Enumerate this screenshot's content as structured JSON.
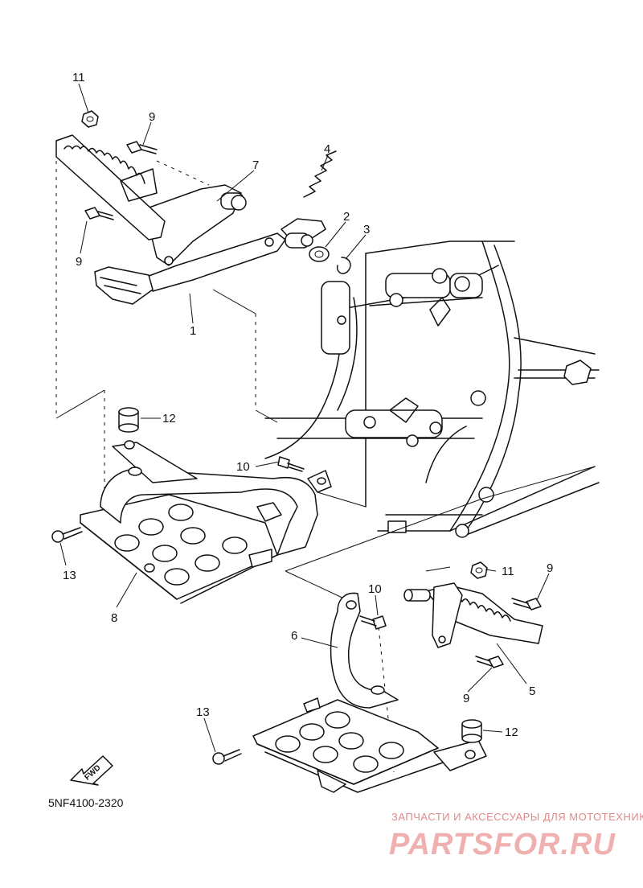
{
  "diagram_code": "5NF4100-2320",
  "fwd_label": "FWD",
  "callouts": [
    "11",
    "9",
    "4",
    "7",
    "2",
    "3",
    "9",
    "1",
    "12",
    "10",
    "13",
    "8",
    "11",
    "9",
    "10",
    "6",
    "5",
    "9",
    "13",
    "12"
  ],
  "watermark": {
    "subtitle": "ЗАПЧАСТИ И АКСЕССУАРЫ ДЛЯ МОТОТЕХНИКИ",
    "brand": "PARTSFOR.RU",
    "color": "#e08a8a"
  }
}
